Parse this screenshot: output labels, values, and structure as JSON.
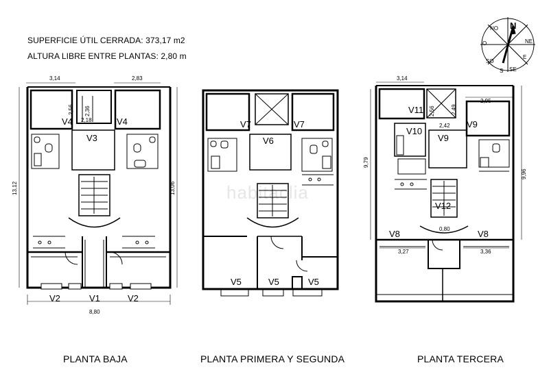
{
  "info": {
    "area": "SUPERFICIE ÚTIL CERRADA: 373,17 m2",
    "height": "ALTURA LIBRE ENTRE PLANTAS:  2,80 m"
  },
  "watermark": "habitaclia",
  "compass": {
    "n": "N",
    "ne": "NE",
    "e": "E",
    "se": "SE",
    "s": "S",
    "so": "SO",
    "o": "O",
    "no": "NO"
  },
  "plans": {
    "baja": {
      "title": "PLANTA BAJA",
      "units": {
        "v4a": "V4",
        "v4b": "V4",
        "v3": "V3",
        "v2a": "V2",
        "v1": "V1",
        "v2b": "V2"
      },
      "dims": {
        "w1": "3,14",
        "w2": "2,83",
        "d1": "2,56",
        "d2": "2,36",
        "d3": "2,18",
        "left": "13,12",
        "right": "13,06",
        "bottom": "8,80"
      }
    },
    "primera": {
      "title": "PLANTA PRIMERA Y SEGUNDA",
      "units": {
        "v7a": "V7",
        "v6": "V6",
        "v7b": "V7",
        "v5a": "V5",
        "v5b": "V5",
        "v5c": "V5"
      }
    },
    "tercera": {
      "title": "PLANTA TERCERA",
      "units": {
        "v11": "V11",
        "v10": "V10",
        "v9a": "V9",
        "v9b": "V9",
        "v12": "V12",
        "v8a": "V8",
        "v8b": "V8"
      },
      "dims": {
        "w1": "3,14",
        "w2": "2,95",
        "d1": "2,56",
        "d2": "2,42",
        "d3": "2,49",
        "left": "9,79",
        "right": "9,96",
        "mid": "0,80",
        "b1": "3,27",
        "b2": "3,36"
      }
    }
  }
}
